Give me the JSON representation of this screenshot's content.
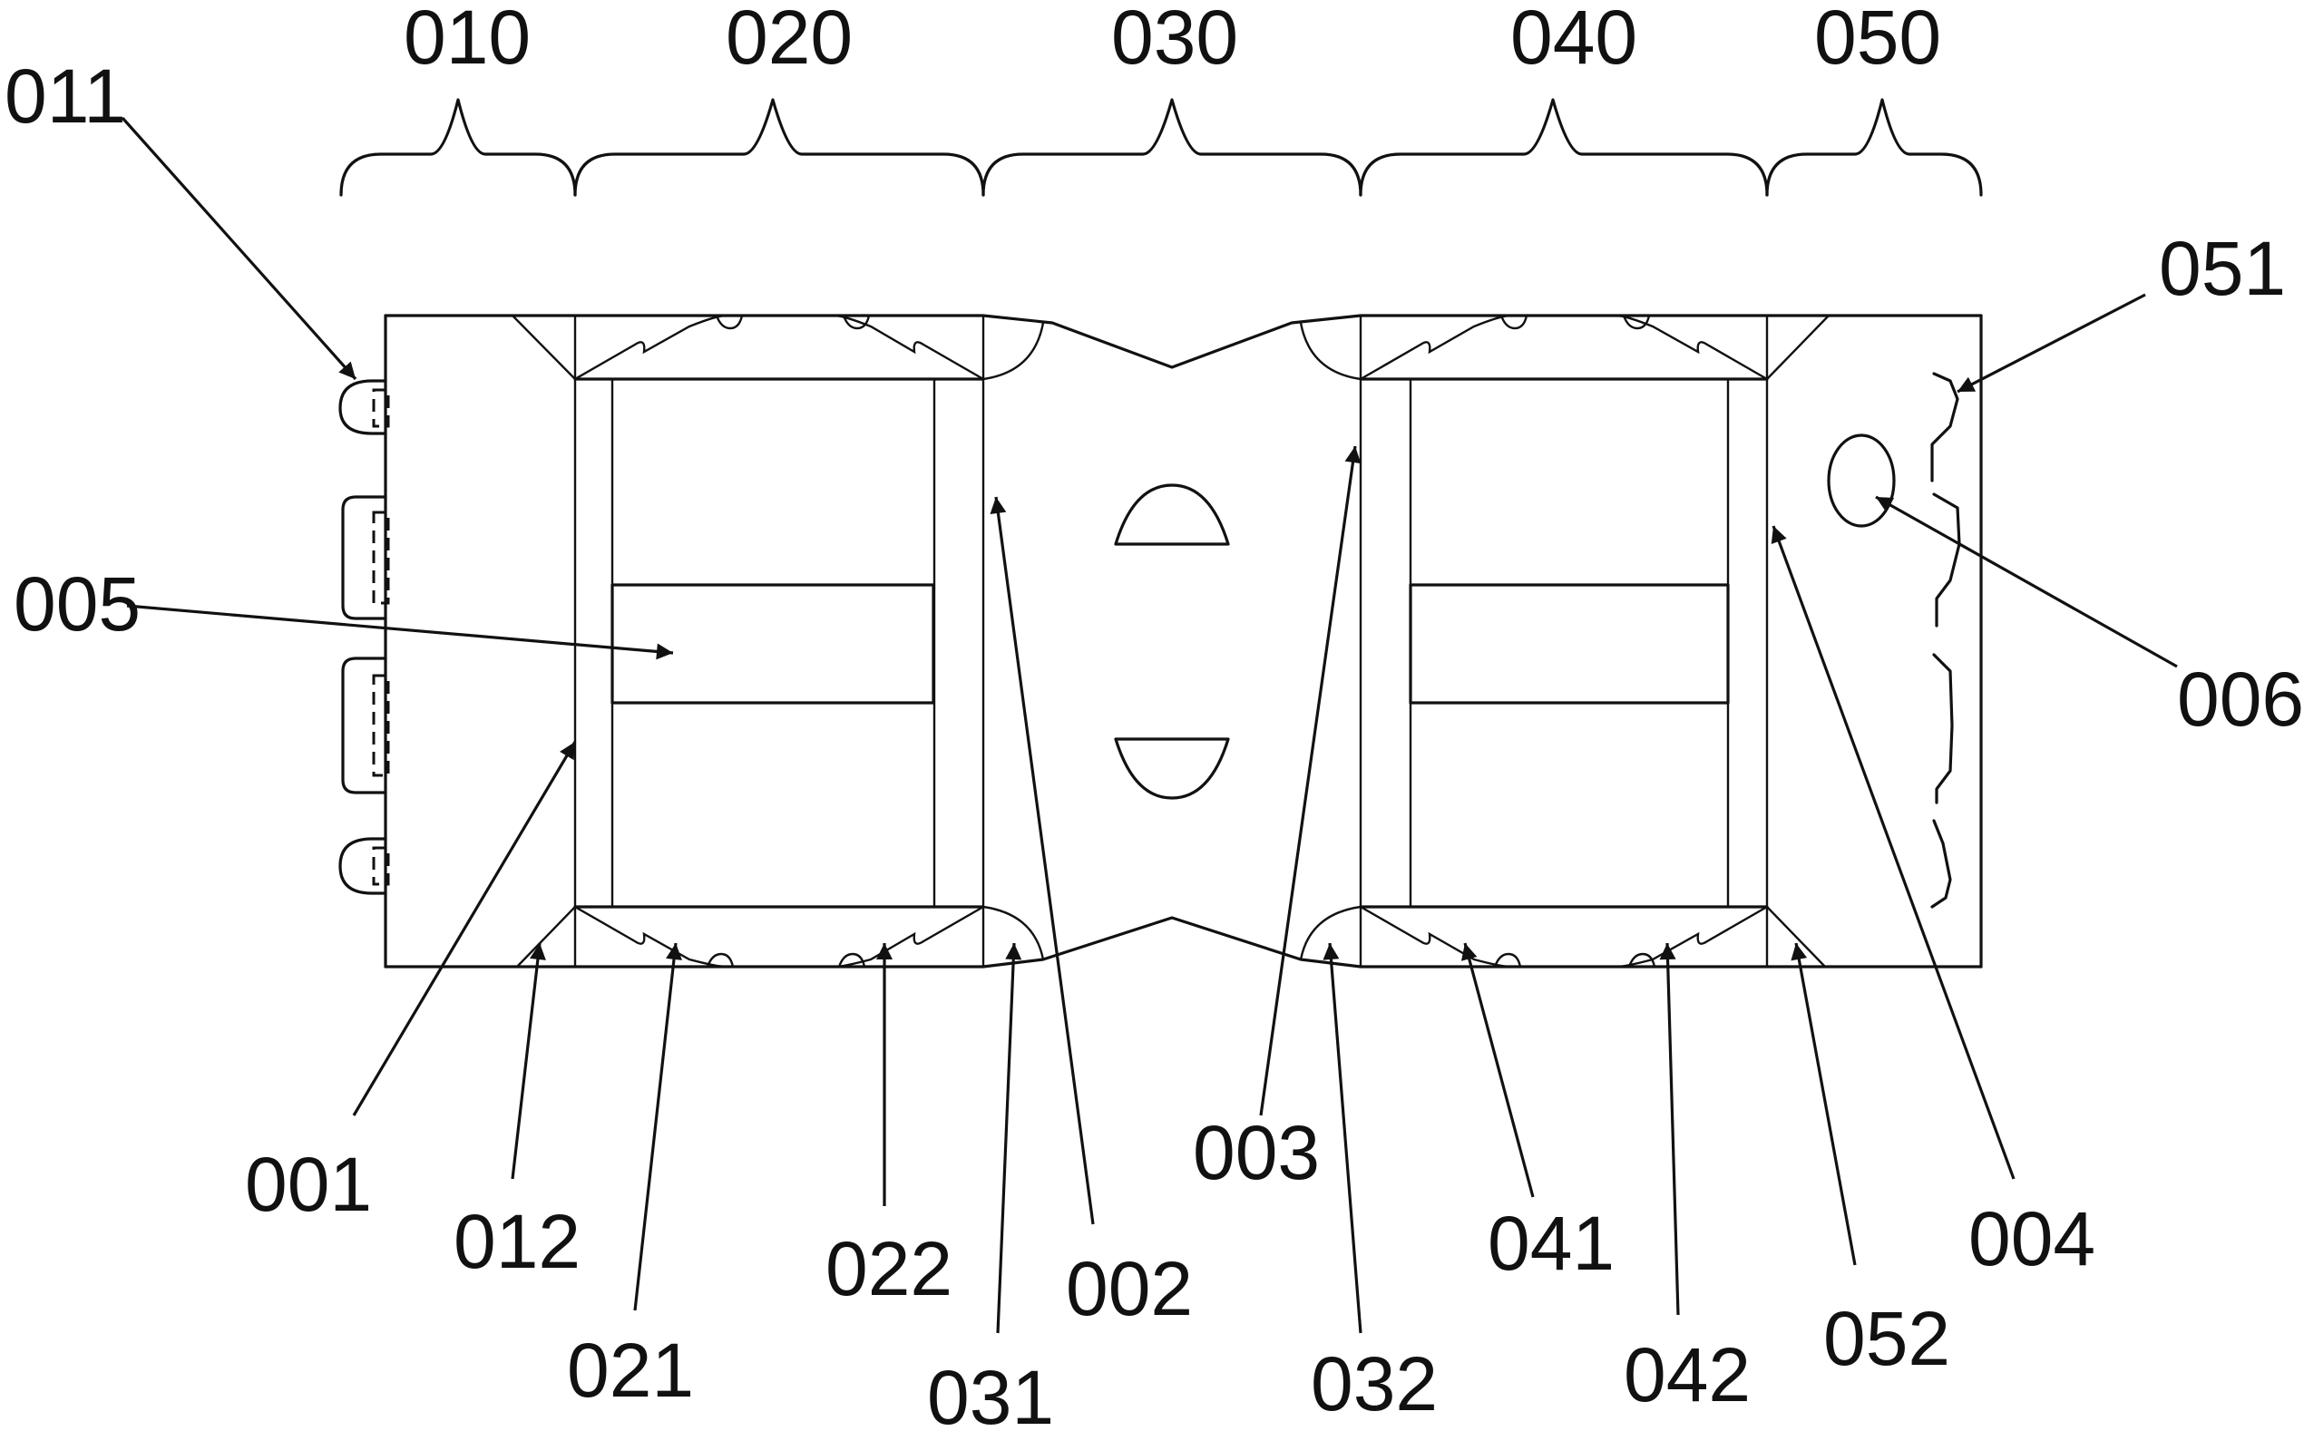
{
  "figure": {
    "section_labels": [
      "010",
      "020",
      "030",
      "040",
      "050"
    ],
    "callouts": {
      "c011": "011",
      "c005": "005",
      "c001": "001",
      "c012": "012",
      "c021": "021",
      "c022": "022",
      "c031": "031",
      "c002": "002",
      "c003": "003",
      "c032": "032",
      "c041": "041",
      "c042": "042",
      "c052": "052",
      "c004": "004",
      "c051": "051",
      "c006": "006"
    }
  }
}
